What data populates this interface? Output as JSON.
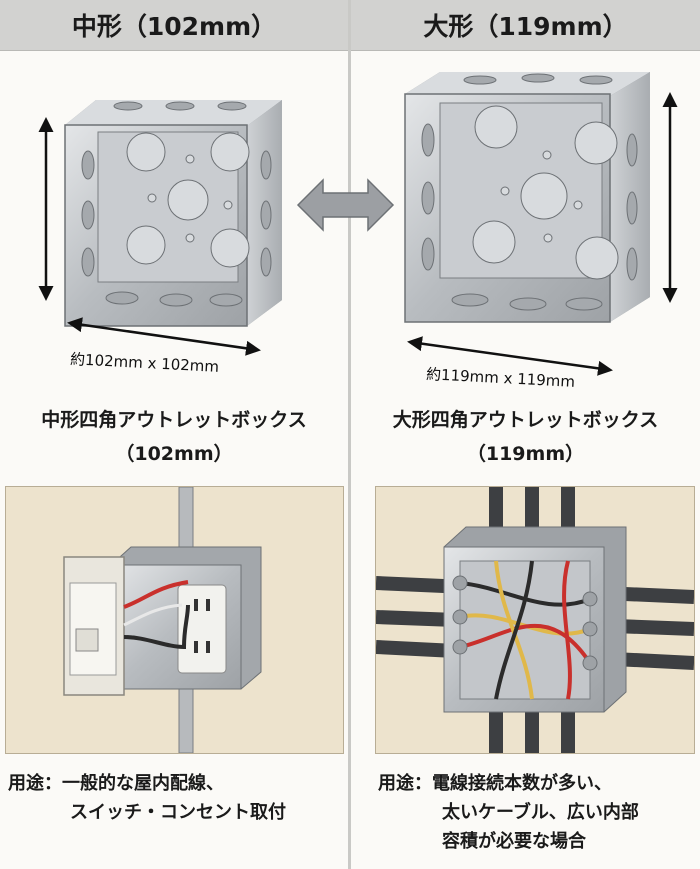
{
  "left": {
    "header": "中形（102mm）",
    "dimension": "約102mm x 102mm",
    "title_line1": "中形四角アウトレットボックス",
    "title_line2": "（102mm）",
    "usage_line1": "用途：一般的な屋内配線、",
    "usage_line2": "スイッチ・コンセント取付"
  },
  "right": {
    "header": "大形（119mm）",
    "dimension": "約119mm x 119mm",
    "title_line1": "大形四角アウトレットボックス",
    "title_line2": "（119mm）",
    "usage_line1": "用途：電線接続本数が多い、",
    "usage_line2": "太いケーブル、広い内部",
    "usage_line3": "容積が必要な場合"
  },
  "colors": {
    "header_bg": "#d2d2d0",
    "panel_bg": "#ede3cd",
    "metal": "#bfc2c5",
    "wire_red": "#c9302c",
    "wire_black": "#2b2b2b",
    "wire_yellow": "#e0b84a",
    "conduit": "#444649"
  }
}
